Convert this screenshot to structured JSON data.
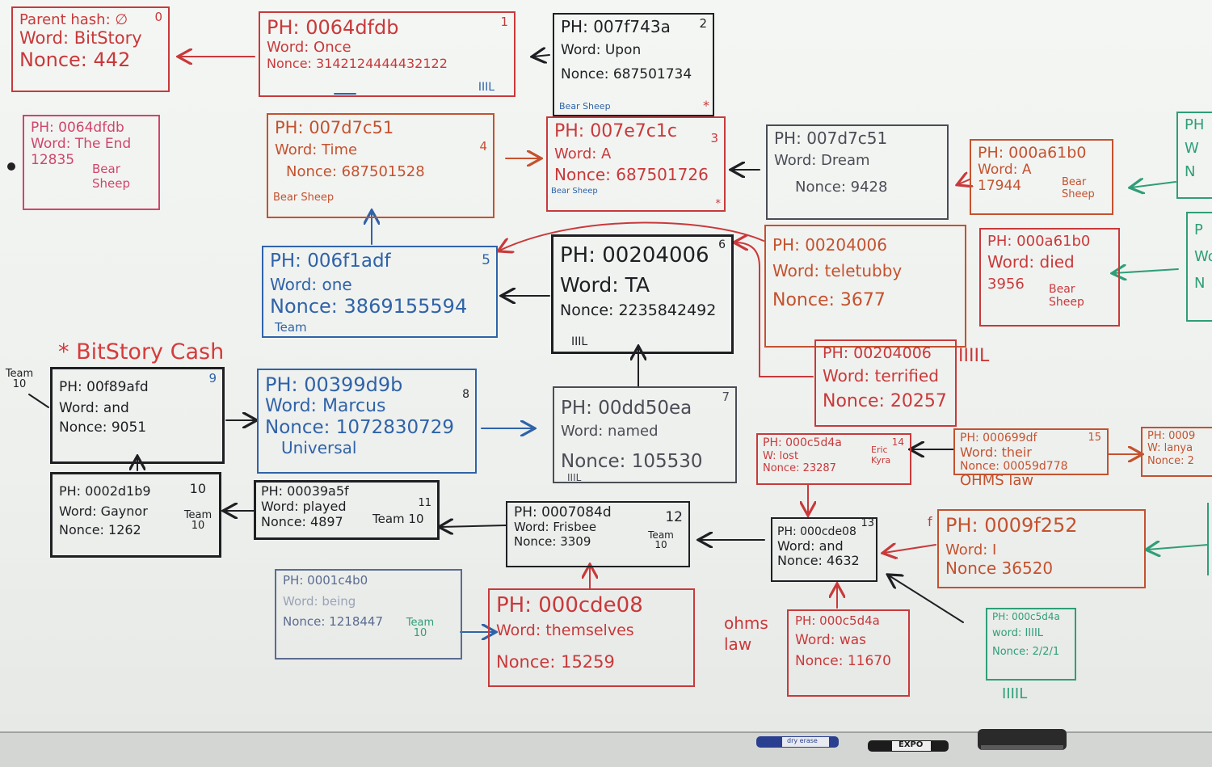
{
  "blocks": {
    "b0": {
      "num": "0",
      "l1": "Parent hash: ∅",
      "l2": "Word: BitStory",
      "l3": "Nonce: 442"
    },
    "b1": {
      "num": "1",
      "l1": "PH: 0064dfdb",
      "l2": "Word: Once",
      "l3": "Nonce: 3142124444432122",
      "tally": "IIIL"
    },
    "b2": {
      "num": "2",
      "l1": "PH: 007f743a",
      "l2": "Word: Upon",
      "l3": "Nonce: 687501734",
      "team": "Bear Sheep",
      "mark": "*"
    },
    "bTE": {
      "l1": "PH: 0064dfdb",
      "l2": "Word: The End",
      "l3": "12835",
      "team": "Bear Sheep"
    },
    "b4": {
      "num": "4",
      "l1": "PH: 007d7c51",
      "l2": "Word: Time",
      "l3": "Nonce: 687501528",
      "team": "Bear Sheep"
    },
    "b3": {
      "num": "3",
      "l1": "PH: 007e7c1c",
      "l2": "Word: A",
      "l3": "Nonce: 687501726",
      "team": "Bear Sheep",
      "mark": "*"
    },
    "bDR": {
      "l1": "PH: 007d7c51",
      "l2": "Word: Dream",
      "l3": "Nonce: 9428"
    },
    "bA": {
      "l1": "PH: 000a61b0",
      "l2": "Word: A",
      "l3": "17944",
      "team": "Bear Sheep"
    },
    "b5": {
      "num": "5",
      "l1": "PH: 006f1adf",
      "l2": "Word: one",
      "l3": "Nonce: 3869155594",
      "team": "Team"
    },
    "b6": {
      "num": "6",
      "l1": "PH: 00204006",
      "l2": "Word: TA",
      "l3": "Nonce: 2235842492",
      "tally": "IIIL"
    },
    "bTT": {
      "l1": "PH: 00204006",
      "l2": "Word: teletubby",
      "l3": "Nonce: 3677"
    },
    "bDI": {
      "l1": "PH: 000a61b0",
      "l2": "Word: died",
      "l3": "3956",
      "team": "Bear Sheep"
    },
    "bTF": {
      "l1": "PH: 00204006",
      "l2": "Word: terrified",
      "l3": "Nonce: 20257",
      "tally": "IIIIL"
    },
    "b9": {
      "num": "9",
      "l1": "PH: 00f89afd",
      "l2": "Word: and",
      "l3": "Nonce: 9051"
    },
    "b8": {
      "num": "8",
      "l1": "PH: 00399d9b",
      "l2": "Word: Marcus",
      "l3": "Nonce: 1072830729",
      "team": "Universal"
    },
    "b7": {
      "num": "7",
      "l1": "PH: 00dd50ea",
      "l2": "Word: named",
      "l3": "Nonce: 105530",
      "tally": "IIIL"
    },
    "b14": {
      "num": "14",
      "l1": "PH: 000c5d4a",
      "l2": "W: lost",
      "l3": "Nonce: 23287",
      "team": "Eric Kyra"
    },
    "b15": {
      "num": "15",
      "l1": "PH: 000699df",
      "l2": "Word: their",
      "l3": "Nonce: 00059d778",
      "note": "OHMS law"
    },
    "b16": {
      "l1": "PH: 0009",
      "l2": "W: lanya",
      "l3": "Nonce: 2"
    },
    "b10": {
      "num": "10",
      "l1": "PH: 0002d1b9",
      "l2": "Word: Gaynor",
      "l3": "Nonce: 1262",
      "team": "Team 10"
    },
    "b11": {
      "num": "11",
      "l1": "PH: 00039a5f",
      "l2": "Word: played",
      "l3": "Nonce: 4897",
      "team": "Team 10"
    },
    "b12": {
      "num": "12",
      "l1": "PH: 0007084d",
      "l2": "Word: Frisbee",
      "l3": "Nonce: 3309",
      "team": "Team 10"
    },
    "b13": {
      "num": "13",
      "l1": "PH: 000cde08",
      "l2": "Word: and",
      "l3": "Nonce: 4632"
    },
    "bI": {
      "l1": "PH: 0009f252",
      "l2": "Word: I",
      "l3": "Nonce 36520",
      "mark": "f"
    },
    "bBE": {
      "l1": "PH: 0001c4b0",
      "l2": "Word: being",
      "l3": "Nonce: 1218447",
      "team": "Team 10"
    },
    "bTH": {
      "l1": "PH: 000cde08",
      "l2": "Word: themselves",
      "l3": "Nonce: 15259"
    },
    "bWA": {
      "l1": "PH: 000c5d4a",
      "l2": "Word: was",
      "l3": "Nonce: 11670",
      "note": "ohms law"
    },
    "bGR": {
      "l1": "PH: 000c5d4a",
      "l2": "word: IIIIL",
      "l3": "Nonce: 2/2/1",
      "tally": "IIIIL"
    },
    "bE1": {
      "l1": "PH",
      "l2": "W",
      "l3": "N"
    },
    "bE2": {
      "l1": "P",
      "l2": "Wo",
      "l3": "N"
    }
  },
  "labels": {
    "bitstory_cash": "* BitStory Cash",
    "team10_left": "Team 10"
  },
  "tray": {
    "marker1": "dry erase",
    "marker2": "EXPO"
  },
  "colors": {
    "board": "#f2f4f2",
    "red": "#c9393a",
    "blue": "#2f63a8",
    "black": "#1f1f23",
    "teal": "#2f9e78",
    "orange": "#c4522e",
    "pink": "#d0456a"
  }
}
